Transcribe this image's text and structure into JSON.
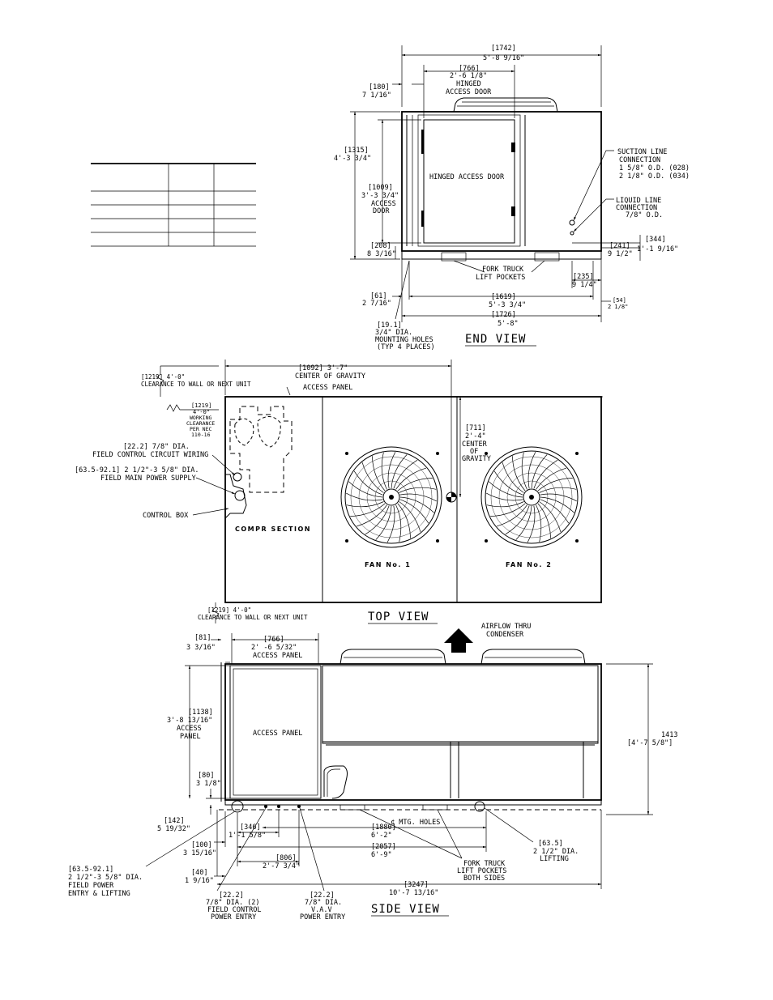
{
  "end_view": {
    "title": "END VIEW",
    "overall_width": [
      "[1742]",
      "5'-8 9/16\""
    ],
    "door_width": [
      "[766]",
      "2'-6 1/8\"",
      "HINGED",
      "ACCESS DOOR"
    ],
    "offset_left": [
      "[180]",
      "7 1/16\""
    ],
    "height": [
      "[1315]",
      "4'-3 3/4\""
    ],
    "door_height": [
      "[1009]",
      "3'-3 3/4\"",
      "ACCESS",
      "DOOR"
    ],
    "base_height": [
      "[208]",
      "8 3/16\""
    ],
    "door_label": "HINGED ACCESS DOOR",
    "suction": [
      "SUCTION LINE",
      "CONNECTION",
      "1 5/8\" O.D. (028)",
      "2 1/8\" O.D. (034)"
    ],
    "liquid": [
      "LIQUID LINE",
      "CONNECTION",
      "7/8\" O.D."
    ],
    "dim_344": [
      "[344]",
      "1'-1 9/16\""
    ],
    "dim_241": [
      "[241]",
      "9 1/2\""
    ],
    "dim_235": [
      "[235]",
      "9 1/4\""
    ],
    "fork": [
      "FORK TRUCK",
      "LIFT POCKETS"
    ],
    "dim_61": [
      "[61]",
      "2 7/16\""
    ],
    "dim_1619": [
      "[1619]",
      "5'-3 3/4\""
    ],
    "dim_54": [
      "[54]",
      "2 1/8\""
    ],
    "dim_1726": [
      "[1726]",
      "5'-8\""
    ],
    "holes": [
      "[19.1]",
      "3/4\" DIA.",
      "MOUNTING HOLES",
      "(TYP 4 PLACES)"
    ]
  },
  "top_view": {
    "title": "TOP VIEW",
    "clearance_top": [
      "[1219] 4'-0\"",
      "CLEARANCE TO WALL OR NEXT UNIT"
    ],
    "cog_horizontal": [
      "[1092] 3'-7\"",
      "CENTER OF GRAVITY"
    ],
    "access_panel": "ACCESS PANEL",
    "working": [
      "[1219]",
      "4'-0\"",
      "WORKING",
      "CLEARANCE",
      "PER NEC",
      "110-16"
    ],
    "cog_vertical": [
      "[711]",
      "2'-4\"",
      "CENTER",
      "OF",
      "GRAVITY"
    ],
    "wiring": [
      "[22.2] 7/8\" DIA.",
      "FIELD CONTROL CIRCUIT WIRING"
    ],
    "power": [
      "[63.5-92.1] 2 1/2\"-3 5/8\" DIA.",
      "FIELD MAIN POWER SUPPLY"
    ],
    "control_box": "CONTROL BOX",
    "compr": "COMPR SECTION",
    "fan1": "FAN No. 1",
    "fan2": "FAN No. 2",
    "clearance_bottom": [
      "[1219] 4'-0\"",
      "CLEARANCE TO WALL OR NEXT UNIT"
    ]
  },
  "side_view": {
    "title": "SIDE VIEW",
    "airflow": [
      "AIRFLOW THRU",
      "CONDENSER"
    ],
    "dim_81": [
      "[81]",
      "3 3/16\""
    ],
    "panel_width": [
      "[766]",
      "2' -6 5/32\"",
      "ACCESS PANEL"
    ],
    "panel_height": [
      "[1138]",
      "3'-8 13/16\"",
      "ACCESS",
      "PANEL"
    ],
    "access_panel": "ACCESS PANEL",
    "height": [
      "1413",
      "[4'-7 5/8\"]"
    ],
    "dim_80": [
      "[80]",
      "3 1/8\""
    ],
    "dim_142": [
      "[142]",
      "5 19/32\""
    ],
    "dim_346": [
      "[346]",
      "1'-1 5/8\""
    ],
    "dim_100": [
      "[100]",
      "3 15/16\""
    ],
    "dim_40": [
      "[40]",
      "1 9/16\""
    ],
    "dim_806": [
      "[806]",
      "2'-7 3/4\""
    ],
    "mtg": "¢ MTG. HOLES",
    "dim_1880": [
      "[1880]",
      "6'-2\""
    ],
    "dim_2057": [
      "[2057]",
      "6'-9\""
    ],
    "lifting": [
      "[63.5]",
      "2 1/2\" DIA.",
      "LIFTING"
    ],
    "fork": [
      "FORK TRUCK",
      "LIFT POCKETS",
      "BOTH SIDES"
    ],
    "dim_3247": [
      "[3247]",
      "10'-7 13/16\""
    ],
    "field_power": [
      "[63.5-92.1]",
      "2 1/2\"-3 5/8\" DIA.",
      "FIELD POWER",
      "ENTRY & LIFTING"
    ],
    "field_control": [
      "[22.2]",
      "7/8\" DIA. (2)",
      "FIELD CONTROL",
      "POWER ENTRY"
    ],
    "vav": [
      "[22.2]",
      "7/8\" DIA.",
      "V.A.V",
      "POWER ENTRY"
    ]
  }
}
